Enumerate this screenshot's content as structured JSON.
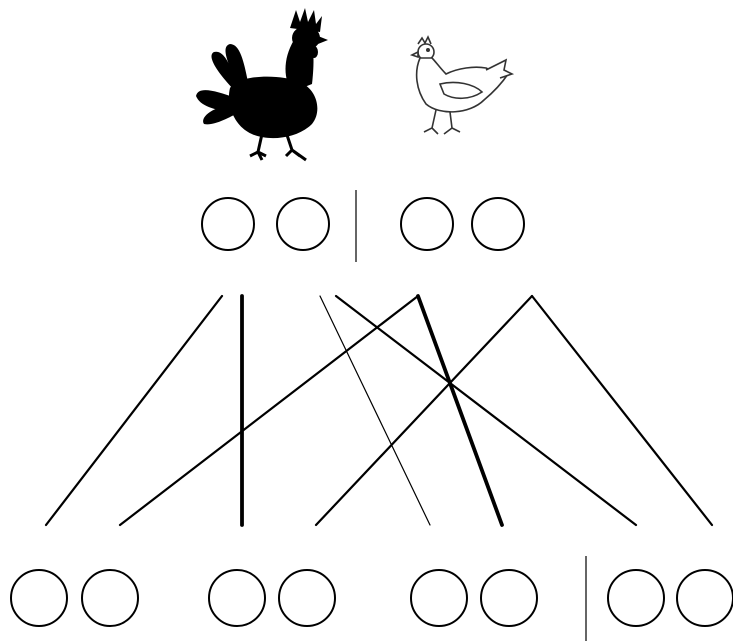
{
  "diagram": {
    "kind": "genetic-cross-punnett-lines",
    "parents": [
      {
        "id": "rooster",
        "label": "",
        "icon": "rooster-icon",
        "fill": "black"
      },
      {
        "id": "hen",
        "label": "",
        "icon": "hen-icon",
        "fill": "white"
      }
    ],
    "parent_allele_groups": [
      {
        "parent": "rooster",
        "alleles": 2
      },
      {
        "parent": "hen",
        "alleles": 2
      }
    ],
    "offspring_groups": [
      {
        "alleles": 2
      },
      {
        "alleles": 2
      },
      {
        "alleles": 2
      },
      {
        "alleles": 2
      }
    ],
    "connections": [
      {
        "from_group": 0,
        "from_allele": 0,
        "to_group": 0,
        "to_allele": 0,
        "weight": "medium"
      },
      {
        "from_group": 0,
        "from_allele": 0,
        "to_group": 1,
        "to_allele": 0,
        "weight": "heavy"
      },
      {
        "from_group": 0,
        "from_allele": 1,
        "to_group": 2,
        "to_allele": 0,
        "weight": "thin"
      },
      {
        "from_group": 0,
        "from_allele": 1,
        "to_group": 3,
        "to_allele": 0,
        "weight": "medium"
      },
      {
        "from_group": 1,
        "from_allele": 0,
        "to_group": 0,
        "to_allele": 1,
        "weight": "medium"
      },
      {
        "from_group": 1,
        "from_allele": 0,
        "to_group": 2,
        "to_allele": 1,
        "weight": "heavy"
      },
      {
        "from_group": 1,
        "from_allele": 1,
        "to_group": 1,
        "to_allele": 1,
        "weight": "medium"
      },
      {
        "from_group": 1,
        "from_allele": 1,
        "to_group": 3,
        "to_allele": 1,
        "weight": "medium"
      }
    ],
    "colors": {
      "ink": "#000000",
      "background": "#ffffff"
    }
  }
}
